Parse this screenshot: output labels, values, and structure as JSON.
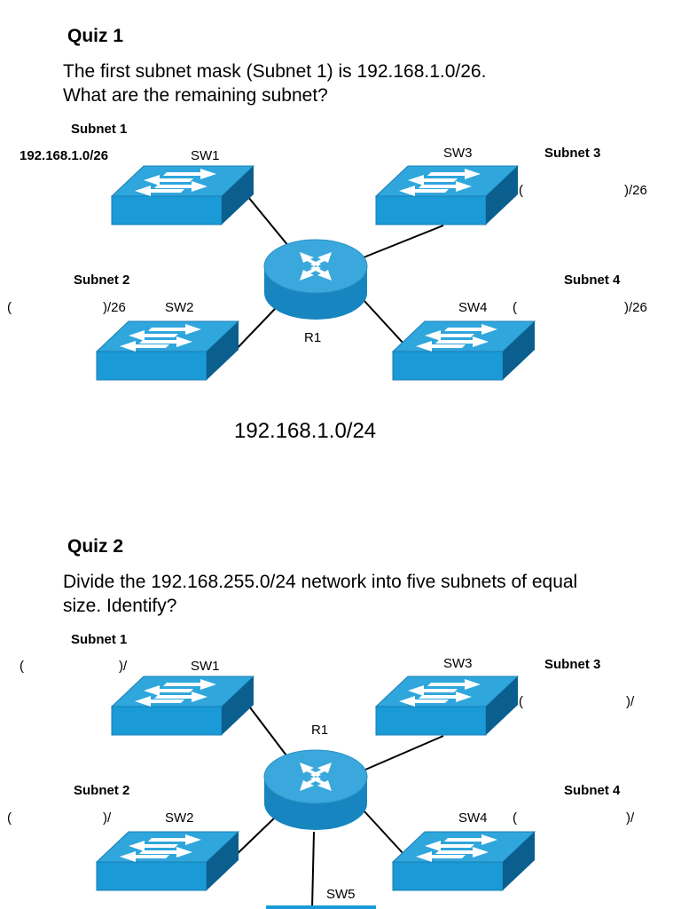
{
  "quiz1": {
    "title": "Quiz 1",
    "question_line1": "The first subnet mask (Subnet 1) is 192.168.1.0/26.",
    "question_line2": "What are the remaining subnet?",
    "subnet1_label": "Subnet 1",
    "subnet1_address": "192.168.1.0/26",
    "subnet2_label": "Subnet 2",
    "subnet2_open": "(",
    "subnet2_close": ")/26",
    "subnet3_label": "Subnet 3",
    "subnet3_open": "(",
    "subnet3_close": ")/26",
    "subnet4_label": "Subnet 4",
    "subnet4_open": "(",
    "subnet4_close": ")/26",
    "sw1": "SW1",
    "sw2": "SW2",
    "sw3": "SW3",
    "sw4": "SW4",
    "router": "R1",
    "network": "192.168.1.0/24"
  },
  "quiz2": {
    "title": "Quiz 2",
    "question_line1": "Divide the 192.168.255.0/24 network into five subnets of equal",
    "question_line2": "size. Identify?",
    "subnet1_label": "Subnet 1",
    "subnet1_open": "(",
    "subnet1_close": ")/",
    "subnet2_label": "Subnet 2",
    "subnet2_open": "(",
    "subnet2_close": ")/",
    "subnet3_label": "Subnet 3",
    "subnet3_open": "(",
    "subnet3_close": ")/",
    "subnet4_label": "Subnet 4",
    "subnet4_open": "(",
    "subnet4_close": ")/",
    "sw1": "SW1",
    "sw2": "SW2",
    "sw3": "SW3",
    "sw4": "SW4",
    "sw5": "SW5",
    "router": "R1"
  },
  "colors": {
    "switch_top": "#2fa6dc",
    "switch_front": "#1a9ad6",
    "switch_side": "#0a5f8e",
    "router_top": "#3aa8dc",
    "router_body": "#1685c0",
    "link": "#000000"
  }
}
